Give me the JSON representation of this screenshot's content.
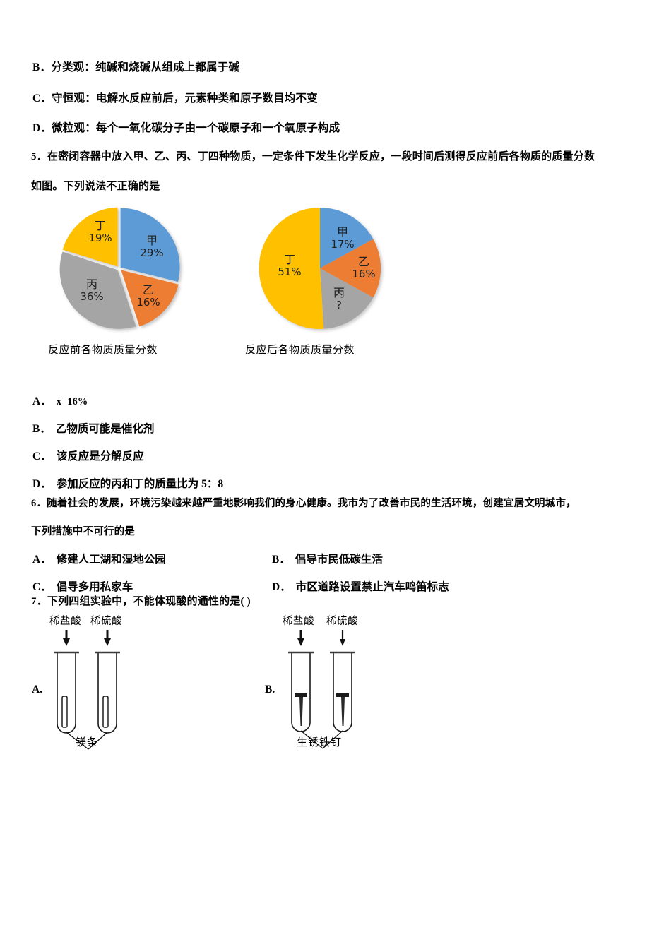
{
  "document": {
    "type": "chemistry-exam-page"
  },
  "q4_options": [
    {
      "letter": "B．",
      "text": "分类观：纯碱和烧碱从组成上都属于碱"
    },
    {
      "letter": "C．",
      "text": "守恒观：电解水反应前后，元素种类和原子数目均不变"
    },
    {
      "letter": "D．",
      "text": "微粒观：每个一氧化碳分子由一个碳原子和一个氧原子构成"
    }
  ],
  "q5": {
    "stem_line1": "5．在密闭容器中放入甲、乙、丙、丁四种物质，一定条件下发生化学反应，一段时间后测得反应前后各物质的质量分数",
    "stem_line2": "如图。下列说法不正确的是",
    "options": [
      {
        "letter": "A．",
        "text": "x=16%"
      },
      {
        "letter": "B．",
        "text": "乙物质可能是催化剂"
      },
      {
        "letter": "C．",
        "text": "该反应是分解反应"
      },
      {
        "letter": "D．",
        "text": "参加反应的丙和丁的质量比为 5：8"
      }
    ]
  },
  "q6": {
    "stem_line1": "6．随着社会的发展，环境污染越来越严重地影响我们的身心健康。我市为了改善市民的生活环境，创建宜居文明城市，",
    "stem_line2": "下列措施中不可行的是",
    "options": [
      {
        "letter": "A．",
        "text": "修建人工湖和湿地公园"
      },
      {
        "letter": "B．",
        "text": "倡导市民低碳生活"
      },
      {
        "letter": "C．",
        "text": "倡导多用私家车"
      },
      {
        "letter": "D．",
        "text": "市区道路设置禁止汽车鸣笛标志"
      }
    ]
  },
  "q7": {
    "stem": "7．下列四组实验中，不能体现酸的通性的是(        )",
    "figures": [
      {
        "letter": "A.",
        "reagent_left": "稀盐酸",
        "reagent_right": "稀硫酸",
        "sample": "镁条"
      },
      {
        "letter": "B.",
        "reagent_left": "稀盐酸",
        "reagent_right": "稀硫酸",
        "sample": "生锈铁钉"
      }
    ]
  },
  "chart_data": [
    {
      "type": "pie",
      "title": "反应前各物质质量分数",
      "categories": [
        "甲",
        "乙",
        "丙",
        "丁"
      ],
      "values": [
        29,
        16,
        36,
        19
      ],
      "labels": [
        "29%",
        "16%",
        "36%",
        "19%"
      ],
      "colors": [
        "#5B9BD5",
        "#ED7D31",
        "#A5A5A5",
        "#FFC000"
      ],
      "start_angle": 0,
      "exploded": true,
      "legend": "none"
    },
    {
      "type": "pie",
      "title": "反应后各物质质量分数",
      "categories": [
        "甲",
        "乙",
        "丙",
        "丁"
      ],
      "values": [
        17,
        16,
        16,
        51
      ],
      "labels": [
        "17%",
        "16%",
        "?",
        "51%"
      ],
      "colors": [
        "#5B9BD5",
        "#ED7D31",
        "#A5A5A5",
        "#FFC000"
      ],
      "start_angle": 0,
      "exploded": false,
      "legend": "none"
    }
  ]
}
